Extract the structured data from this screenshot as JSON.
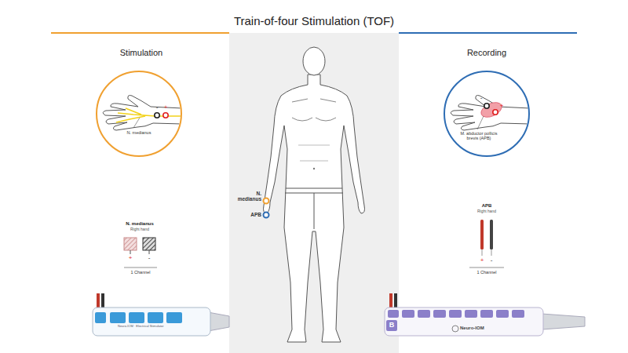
{
  "diagram": {
    "title": "Train-of-four Stimulation (TOF)",
    "nodes": [
      {
        "text": [
          "N. medianus"
        ]
      },
      {
        "text": [
          "M. abductor pollicis brevis (APB)"
        ]
      }
    ],
    "labels": [
      "Stimulation",
      "Recording",
      "N. medianus",
      "APB",
      "-",
      "+",
      "N. medianus",
      "Right hand",
      "+",
      "-",
      "1 Channel",
      "Neuro-IOM · Electrical Stimulator",
      "-",
      "+",
      "APB",
      "Right hand",
      "+",
      "-",
      "1 Channel",
      "B",
      "Neuro-IOM"
    ]
  }
}
